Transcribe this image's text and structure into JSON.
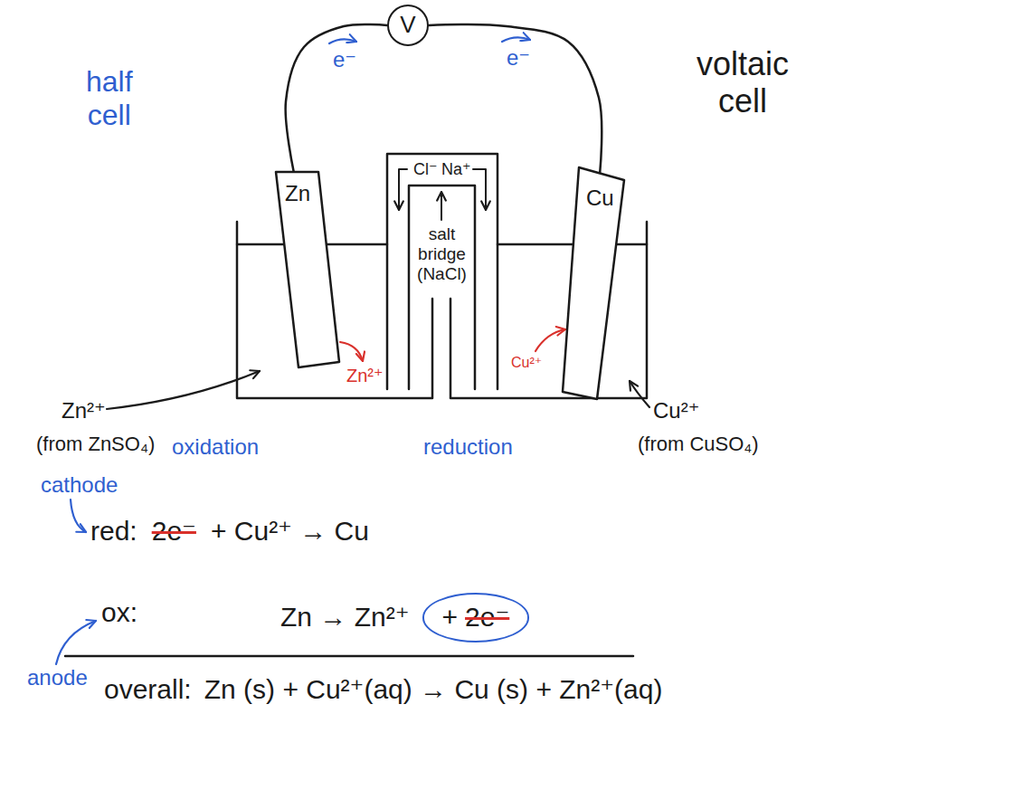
{
  "diagram": {
    "nodes": [
      {
        "text": [
          "V"
        ]
      },
      {
        "text": [
          "Zn"
        ]
      },
      {
        "text": [
          "Cu"
        ]
      }
    ],
    "edges": [
      {
        "from": 1,
        "to": 0,
        "arrow": "none",
        "label": "e⁻"
      },
      {
        "from": 0,
        "to": 2,
        "arrow": "none",
        "label": "e⁻"
      }
    ],
    "labels": [
      "voltaic cell",
      "half cell",
      "Cl⁻",
      "Na⁺",
      "salt bridge (NaCl)",
      "Zn²⁺",
      "(from ZnSO₄)",
      "Zn²⁺",
      "Cu²⁺",
      "Cu²⁺",
      "(from CuSO₄)",
      "oxidation",
      "reduction",
      "cathode",
      "red:",
      "2e⁻",
      "+ Cu²⁺ → Cu",
      "ox:",
      "Zn → Zn²⁺",
      "+",
      "2e⁻",
      "anode",
      "overall:",
      "Zn (s) + Cu²⁺(aq) → Cu (s) + Zn²⁺(aq)"
    ]
  }
}
